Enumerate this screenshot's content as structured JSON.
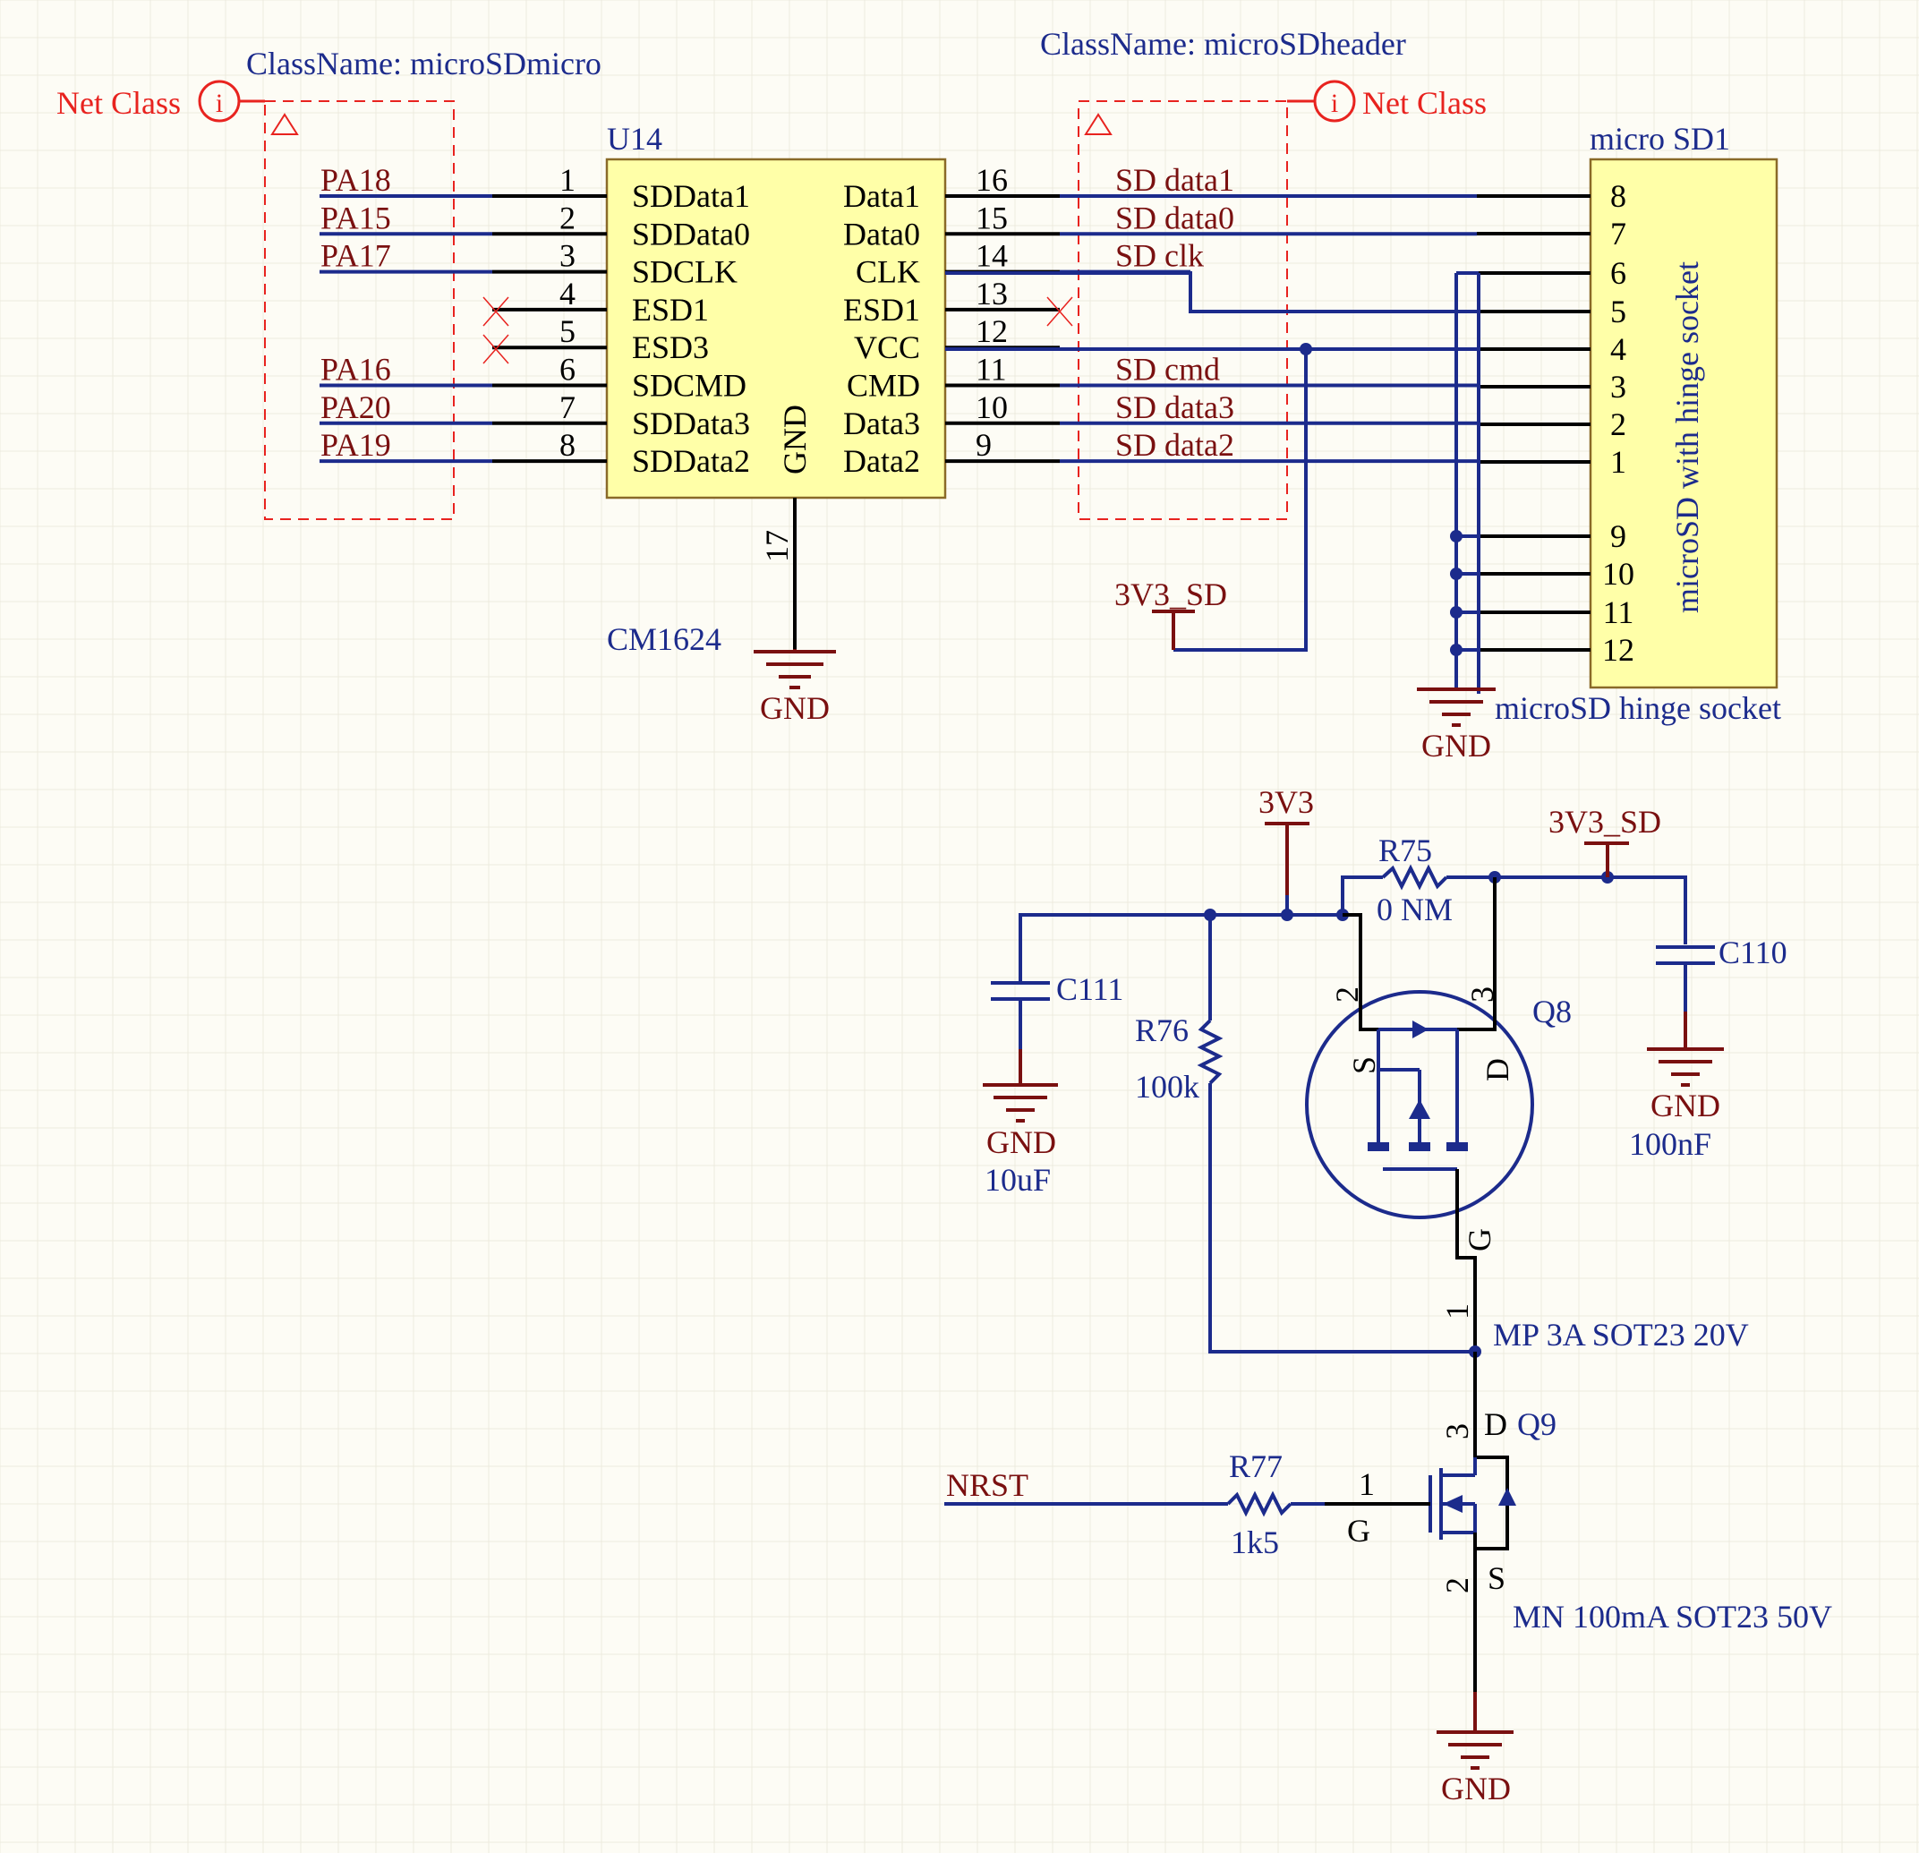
{
  "diagram": {
    "net_class_left": {
      "label": "Net Class",
      "icon": "info-icon",
      "classname": "ClassName: microSDmicro"
    },
    "net_class_right": {
      "label": "Net Class",
      "icon": "info-icon",
      "classname": "ClassName: microSDheader"
    },
    "u14": {
      "designator": "U14",
      "part": "CM1624",
      "gnd_pin_label": "GND",
      "gnd_pin_number": "17",
      "left_pins": [
        {
          "num": "1",
          "name": "SDData1",
          "net": "PA18"
        },
        {
          "num": "2",
          "name": "SDData0",
          "net": "PA15"
        },
        {
          "num": "3",
          "name": "SDCLK",
          "net": "PA17"
        },
        {
          "num": "4",
          "name": "ESD1",
          "net": ""
        },
        {
          "num": "5",
          "name": "ESD3",
          "net": ""
        },
        {
          "num": "6",
          "name": "SDCMD",
          "net": "PA16"
        },
        {
          "num": "7",
          "name": "SDData3",
          "net": "PA20"
        },
        {
          "num": "8",
          "name": "SDData2",
          "net": "PA19"
        }
      ],
      "right_pins": [
        {
          "num": "16",
          "name": "Data1",
          "net": "SD_data1"
        },
        {
          "num": "15",
          "name": "Data0",
          "net": "SD_data0"
        },
        {
          "num": "14",
          "name": "CLK",
          "net": "SD_clk"
        },
        {
          "num": "13",
          "name": "ESD1",
          "net": ""
        },
        {
          "num": "12",
          "name": "VCC",
          "net": ""
        },
        {
          "num": "11",
          "name": "CMD",
          "net": "SD_cmd"
        },
        {
          "num": "10",
          "name": "Data3",
          "net": "SD_data3"
        },
        {
          "num": "9",
          "name": "Data2",
          "net": "SD_data2"
        }
      ]
    },
    "microsd": {
      "designator": "micro SD1",
      "body_label": "microSD with hinge socket",
      "comment": "microSD hinge socket",
      "pins": [
        "8",
        "7",
        "6",
        "5",
        "4",
        "3",
        "2",
        "1",
        "9",
        "10",
        "11",
        "12"
      ]
    },
    "power": {
      "gnd": "GND",
      "v3v3": "3V3",
      "v3v3_sd": "3V3_SD",
      "nrst": "NRST"
    },
    "components": {
      "r75": {
        "ref": "R75",
        "value": "0 NM"
      },
      "r76": {
        "ref": "R76",
        "value": "100k"
      },
      "r77": {
        "ref": "R77",
        "value": "1k5"
      },
      "c110": {
        "ref": "C110",
        "value": "100nF"
      },
      "c111": {
        "ref": "C111",
        "value": "10uF"
      },
      "q8": {
        "ref": "Q8",
        "desc": "MP 3A SOT23 20V",
        "pin_s": "S",
        "pin_d": "D",
        "pin_g": "G",
        "num_s": "2",
        "num_d": "3",
        "num_g": "1"
      },
      "q9": {
        "ref": "Q9",
        "desc": "MN 100mA SOT23 50V",
        "pin_d": "D",
        "pin_g": "G",
        "pin_s": "S",
        "num_d": "3",
        "num_g": "1",
        "num_s": "2"
      }
    }
  }
}
